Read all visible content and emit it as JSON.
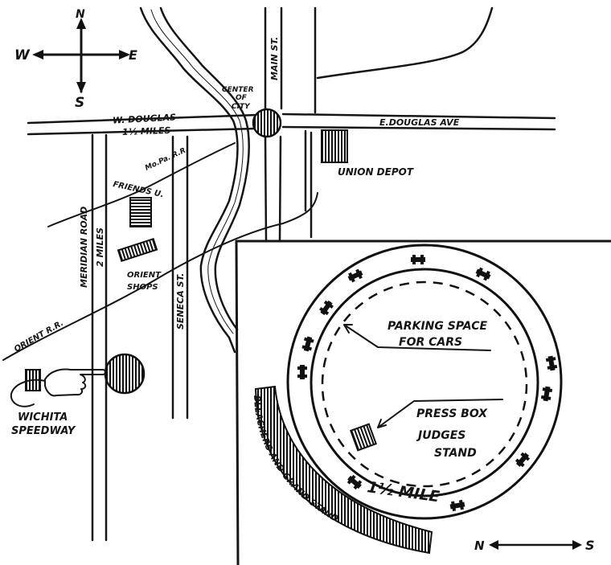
{
  "compass": {
    "north": "N",
    "south": "S",
    "east": "E",
    "west": "W"
  },
  "streets": {
    "w_douglas": "W. DOUGLAS",
    "w_douglas_distance": "1½ MILES",
    "e_douglas": "E.DOUGLAS AVE",
    "main_st": "MAIN ST.",
    "seneca_st": "SENECA ST.",
    "meridian_road": "MERIDIAN ROAD",
    "meridian_distance": "2 MILES"
  },
  "railroads": {
    "mopac": "Mo.Pa. R.R.",
    "orient": "ORIENT R.R."
  },
  "places": {
    "center_of_city": [
      "CENTER",
      "OF",
      "CITY"
    ],
    "union_depot": "UNION DEPOT",
    "friends": "FRIENDS U.",
    "orient_shops": [
      "ORIENT",
      "SHOPS"
    ],
    "wichita_speedway": [
      "WICHITA",
      "SPEEDWAY"
    ]
  },
  "inset": {
    "parking": [
      "PARKING SPACE",
      "FOR CARS"
    ],
    "press_box": "PRESS BOX",
    "judges_stand": [
      "JUDGES",
      "STAND"
    ],
    "track_length": "1½ MILE",
    "bleachers": "BLEACHERS AND GRAND STAND",
    "orientation_north": "N",
    "orientation_south": "S"
  }
}
